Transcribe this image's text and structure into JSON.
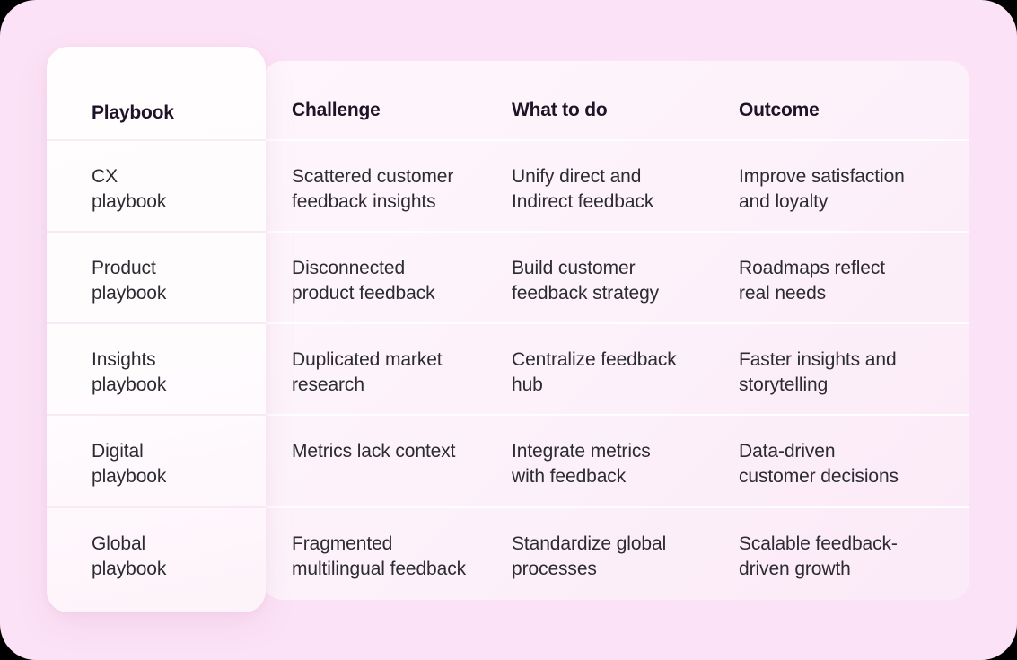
{
  "theme": {
    "stage_background": "#FCE2F6",
    "table_card_background": "#FDF2FA",
    "playbook_card_background": "#FFFDFE",
    "heading_color": "#1E1327",
    "body_text_color": "#2B2B31",
    "divider_color": "#FFFFFF"
  },
  "table": {
    "columns": [
      {
        "key": "playbook",
        "label": "Playbook"
      },
      {
        "key": "challenge",
        "label": "Challenge"
      },
      {
        "key": "what_to_do",
        "label": "What to do"
      },
      {
        "key": "outcome",
        "label": "Outcome"
      }
    ],
    "rows": [
      {
        "playbook": "CX\nplaybook",
        "challenge": "Scattered customer\nfeedback insights",
        "what_to_do": "Unify direct and\nIndirect feedback",
        "outcome": "Improve satisfaction\nand loyalty"
      },
      {
        "playbook": "Product\nplaybook",
        "challenge": "Disconnected\nproduct feedback",
        "what_to_do": "Build customer\nfeedback strategy",
        "outcome": "Roadmaps reflect\nreal needs"
      },
      {
        "playbook": "Insights\nplaybook",
        "challenge": "Duplicated market\nresearch",
        "what_to_do": "Centralize feedback\nhub",
        "outcome": "Faster insights and\nstorytelling"
      },
      {
        "playbook": "Digital\nplaybook",
        "challenge": "Metrics lack context",
        "what_to_do": "Integrate metrics\nwith feedback",
        "outcome": "Data-driven\ncustomer decisions"
      },
      {
        "playbook": "Global\nplaybook",
        "challenge": "Fragmented\nmultilingual feedback",
        "what_to_do": "Standardize global\nprocesses",
        "outcome": "Scalable feedback-\ndriven growth"
      }
    ]
  }
}
